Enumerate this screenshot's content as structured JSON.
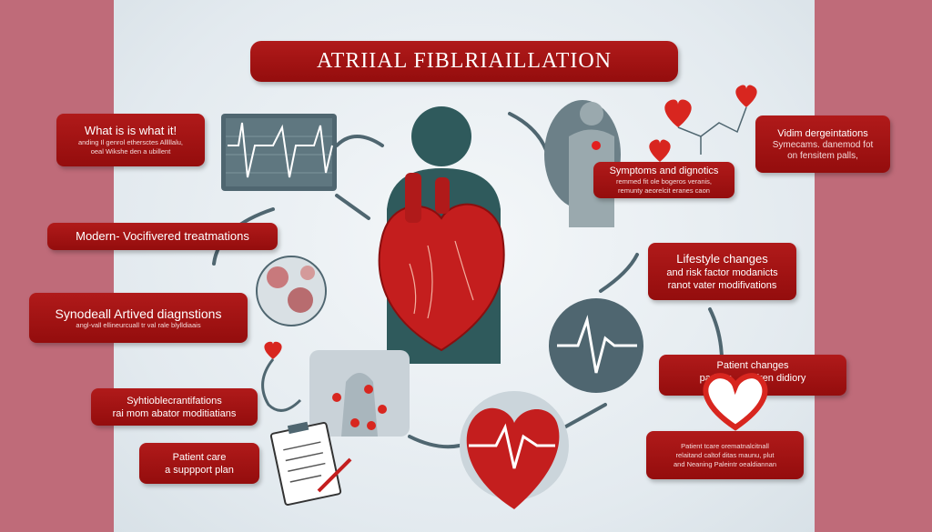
{
  "title": "ATRIIAL FIBLRIAILLATION",
  "colors": {
    "accent": "#a01212",
    "side": "#bf6b79",
    "slate": "#4f6670",
    "heart": "#c81e1e"
  },
  "left_boxes": [
    {
      "title": "What is is what it!",
      "lines": [
        "anding Il genrol ethersctes Alllllalu,",
        "oeal Wikshe den a ubillent"
      ]
    },
    {
      "title": "Modern- Vocifivered treatmations",
      "lines": []
    },
    {
      "title": "Synodeall Artived diagnstions",
      "lines": [
        "angl-vall ellineurcuall tr val rale blylldiaais"
      ]
    },
    {
      "title": "Syhtioblecrantifations",
      "lines": [
        "rai mom abator moditiatians"
      ]
    },
    {
      "title": "Patient care",
      "lines": [
        "a suppport plan"
      ]
    }
  ],
  "right_boxes": [
    {
      "title": "Symptoms and dignotics",
      "lines": [
        "remmed fit ole bogeros veranis,",
        "remunty aeorelcit eranes caon"
      ]
    },
    {
      "title": "Vidim dergeintations",
      "lines": [
        "Symecams. danemod fot",
        "on fensitem palls,"
      ]
    },
    {
      "title": "Lifestyle changes",
      "lines": [
        "and risk factor modanicts",
        "ranot vater modifivations"
      ]
    },
    {
      "title": "Patient changes",
      "lines": [
        "padiets     aulren didiory"
      ]
    },
    {
      "title": "",
      "lines": [
        "Patient tcare orematnalcitnall",
        "relaitand caltof ditas maunu, plut",
        "and Neaning Paleintr oealdiannan"
      ]
    }
  ]
}
